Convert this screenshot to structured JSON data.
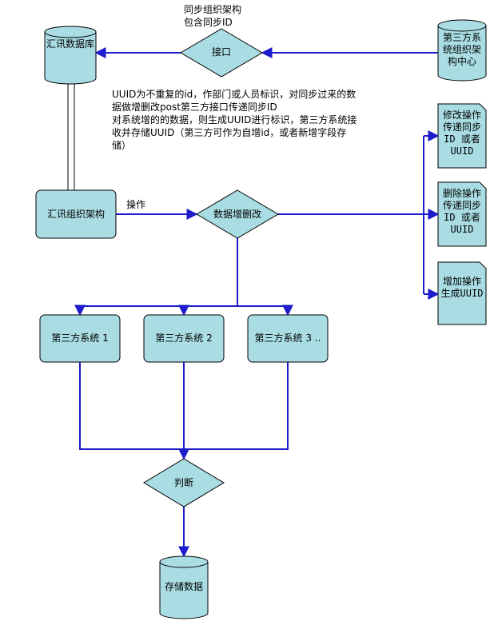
{
  "colors": {
    "fill": "#a9dde3",
    "stroke": "#000000",
    "arrow": "#1c1ccc"
  },
  "header": {
    "line1": "同步组织架构",
    "line2": "包含同步ID"
  },
  "nodes": {
    "db_source": "汇讯数据库",
    "interface": "接口",
    "third_party_org": "第三方系统组织架构中心",
    "org_structure": "汇讯组织架构",
    "data_crud": "数据增删改",
    "system1": "第三方系统 1",
    "system2": "第三方系统 2",
    "system3": "第三方系统 3 ..",
    "judge": "判断",
    "store": "存储数据"
  },
  "edge_labels": {
    "operate": "操作"
  },
  "note": {
    "line1": "UUID为不重复的id，作部门或人员标识，对同步过来的数",
    "line2": "据做增删改post第三方接口传递同步ID",
    "line3": "对系统增的的数据，则生成UUID进行标识，第三方系统接",
    "line4": "收并存储UUID（第三方可作为自增id，或者新增字段存",
    "line5": "储）"
  },
  "docs": {
    "modify": [
      "修改操作",
      "传递同步",
      "ID 或者",
      "UUID"
    ],
    "delete": [
      "删除操作",
      "传递同步",
      "ID 或者",
      "UUID"
    ],
    "add": [
      "增加操作",
      "生成UUID"
    ]
  }
}
